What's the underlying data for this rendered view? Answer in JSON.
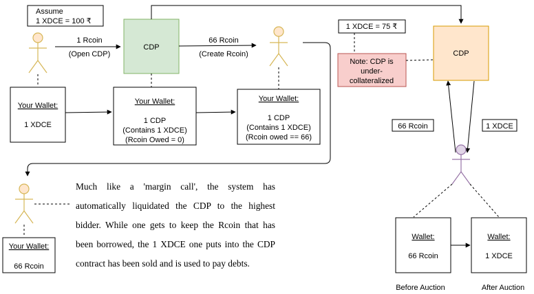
{
  "assume": {
    "line1": "Assume",
    "line2": "1 XDCE = 100 ₹"
  },
  "step1": {
    "amount": "1 Rcoin",
    "action": "(Open CDP)"
  },
  "step2": {
    "amount": "66 Rcoin",
    "action": "(Create Rcoin)"
  },
  "cdp_label": "CDP",
  "wallet_title": "Your Wallet:",
  "wallet_a": {
    "content": "1 XDCE"
  },
  "wallet_b": {
    "line1": "1 CDP",
    "line2": "(Contains 1 XDCE)",
    "line3": "(Rcoin Owed = 0)"
  },
  "wallet_c": {
    "line1": "1 CDP",
    "line2": "(Contains 1 XDCE)",
    "line3": "(Rcoin owed == 66)"
  },
  "price_drop": "1 XDCE = 75 ₹",
  "note": {
    "line1": "Note: CDP is",
    "line2": "under-",
    "line3": "collateralized"
  },
  "auction": {
    "rcoin_label": "66 Rcoin",
    "xdce_label": "1 XDCE",
    "wallet_title": "Wallet:",
    "before_content": "66 Rcoin",
    "after_content": "1 XDCE",
    "before_caption": "Before Auction",
    "after_caption": "After Auction"
  },
  "final_wallet": {
    "content": "66 Rcoin"
  },
  "paragraph": "Much like a 'margin call', the system has automatically liquidated the CDP to the highest bidder. While one gets to keep the Rcoin that has been borrowed, the 1 XDCE one puts into the CDP contract has been sold and is used to pay debts.",
  "colors": {
    "stroke": "#000000",
    "person_yellow_fill": "#ffe6cc",
    "person_yellow_stroke": "#d6b656",
    "person_purple_fill": "#e1d5e7",
    "person_purple_stroke": "#9673a6",
    "cdp_green_fill": "#d5e8d4",
    "cdp_green_stroke": "#82b366",
    "cdp_orange_fill": "#ffe6cc",
    "cdp_orange_stroke": "#d79b00",
    "note_fill": "#f8cecc",
    "note_stroke": "#b85450"
  }
}
